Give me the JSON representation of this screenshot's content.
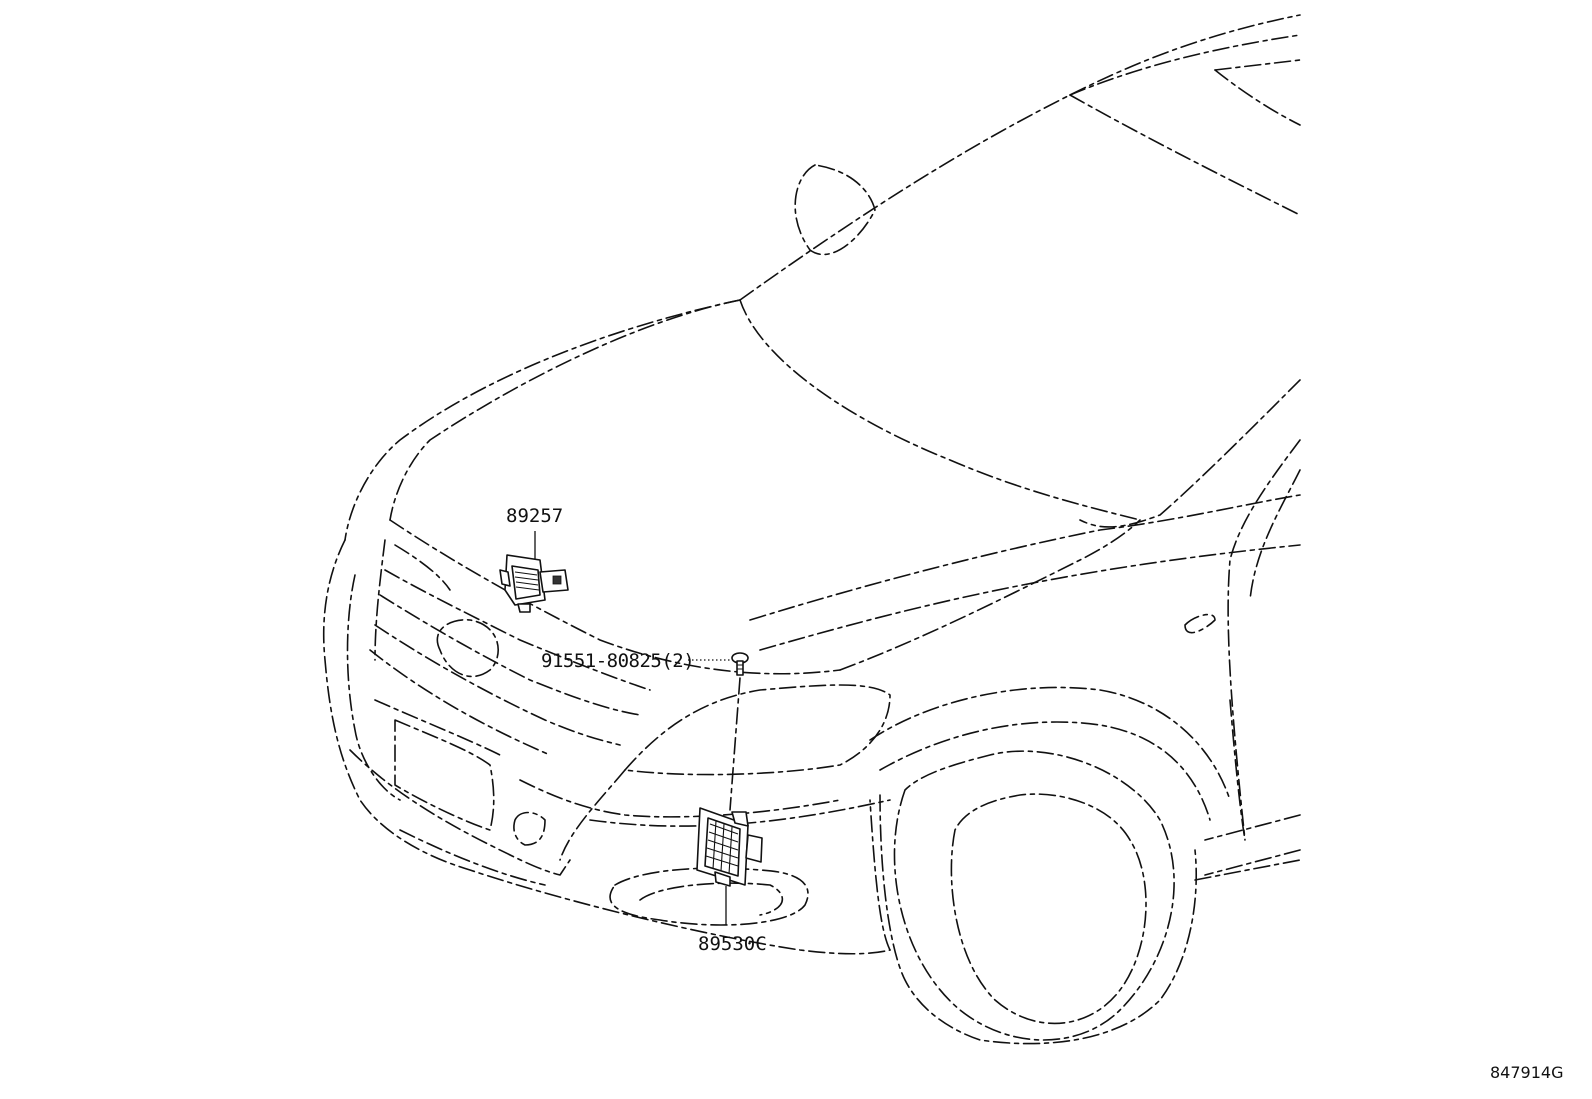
{
  "diagram": {
    "drawing_ref": "847914G",
    "callouts": {
      "radar_sensor_bracket": "89257",
      "bolt": "91551-80825(2)",
      "radar_sensor": "89530C"
    }
  }
}
